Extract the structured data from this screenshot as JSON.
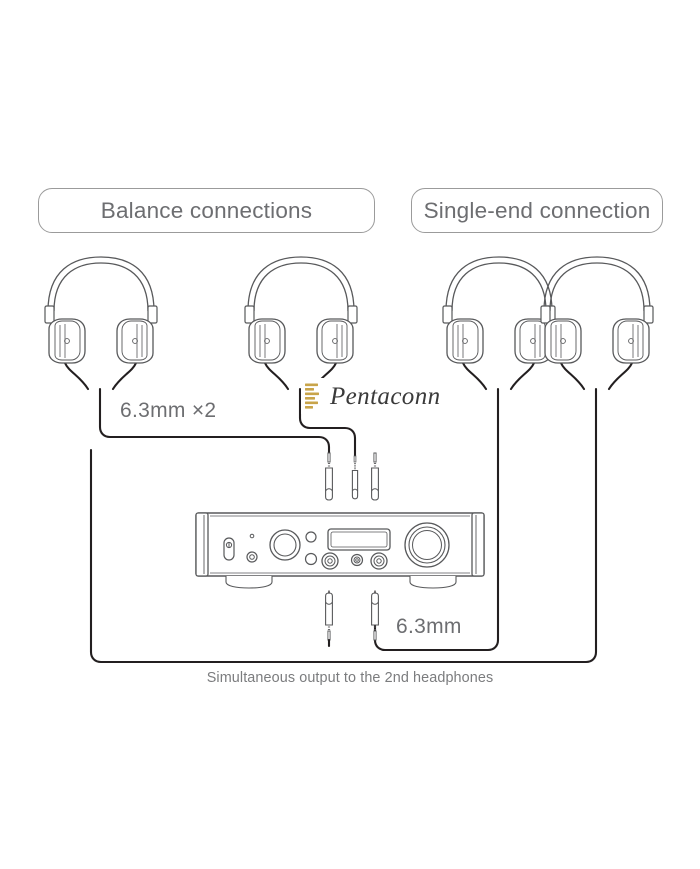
{
  "diagram": {
    "title_left": "Balance connections",
    "title_right": "Single-end connection",
    "dimension_left": "6.3mm ×2",
    "dimension_bottom": "6.3mm",
    "caption": "Simultaneous output to the 2nd headphones",
    "brand": {
      "name": "Pentaconn",
      "mark_icon": "pentaconn-5-mark-icon",
      "mark_color": "#c8a44a"
    },
    "colors": {
      "line": "#231f20",
      "outline": "#58595b",
      "label_border": "#9b9b9b",
      "text": "#6d6e71",
      "brand_gold": "#c8a44a",
      "background": "#ffffff"
    },
    "headphones": [
      {
        "name": "headphone-balanced-1",
        "connection": "balanced",
        "plug": "6.3mm"
      },
      {
        "name": "headphone-balanced-2",
        "connection": "balanced",
        "plug": "4.4mm Pentaconn"
      },
      {
        "name": "headphone-single-1",
        "connection": "single-end",
        "plug": "6.3mm"
      },
      {
        "name": "headphone-single-2",
        "connection": "single-end",
        "plug": "6.3mm"
      }
    ],
    "plugs_top": [
      {
        "name": "plug-63mm-left",
        "type": "6.3mm TRS"
      },
      {
        "name": "plug-44mm-pentaconn",
        "type": "4.4mm Pentaconn"
      },
      {
        "name": "plug-63mm-right",
        "type": "6.3mm TRS"
      }
    ],
    "plugs_bottom": [
      {
        "name": "plug-63mm-bottom-left",
        "type": "6.3mm TRS"
      },
      {
        "name": "plug-63mm-bottom-right",
        "type": "6.3mm TRS"
      }
    ],
    "amplifier": {
      "name": "headphone-amplifier",
      "controls": [
        {
          "name": "power-switch",
          "type": "rocker-switch"
        },
        {
          "name": "indicator-led",
          "type": "led"
        },
        {
          "name": "small-jack",
          "type": "jack"
        },
        {
          "name": "input-selector-knob",
          "type": "knob"
        },
        {
          "name": "button-upper",
          "type": "button"
        },
        {
          "name": "button-lower",
          "type": "button"
        },
        {
          "name": "display-screen",
          "type": "display"
        },
        {
          "name": "headphone-jack-left",
          "type": "jack-63mm"
        },
        {
          "name": "headphone-jack-center",
          "type": "jack-small"
        },
        {
          "name": "headphone-jack-right",
          "type": "jack-63mm"
        },
        {
          "name": "volume-knob",
          "type": "knob-large"
        }
      ]
    }
  }
}
